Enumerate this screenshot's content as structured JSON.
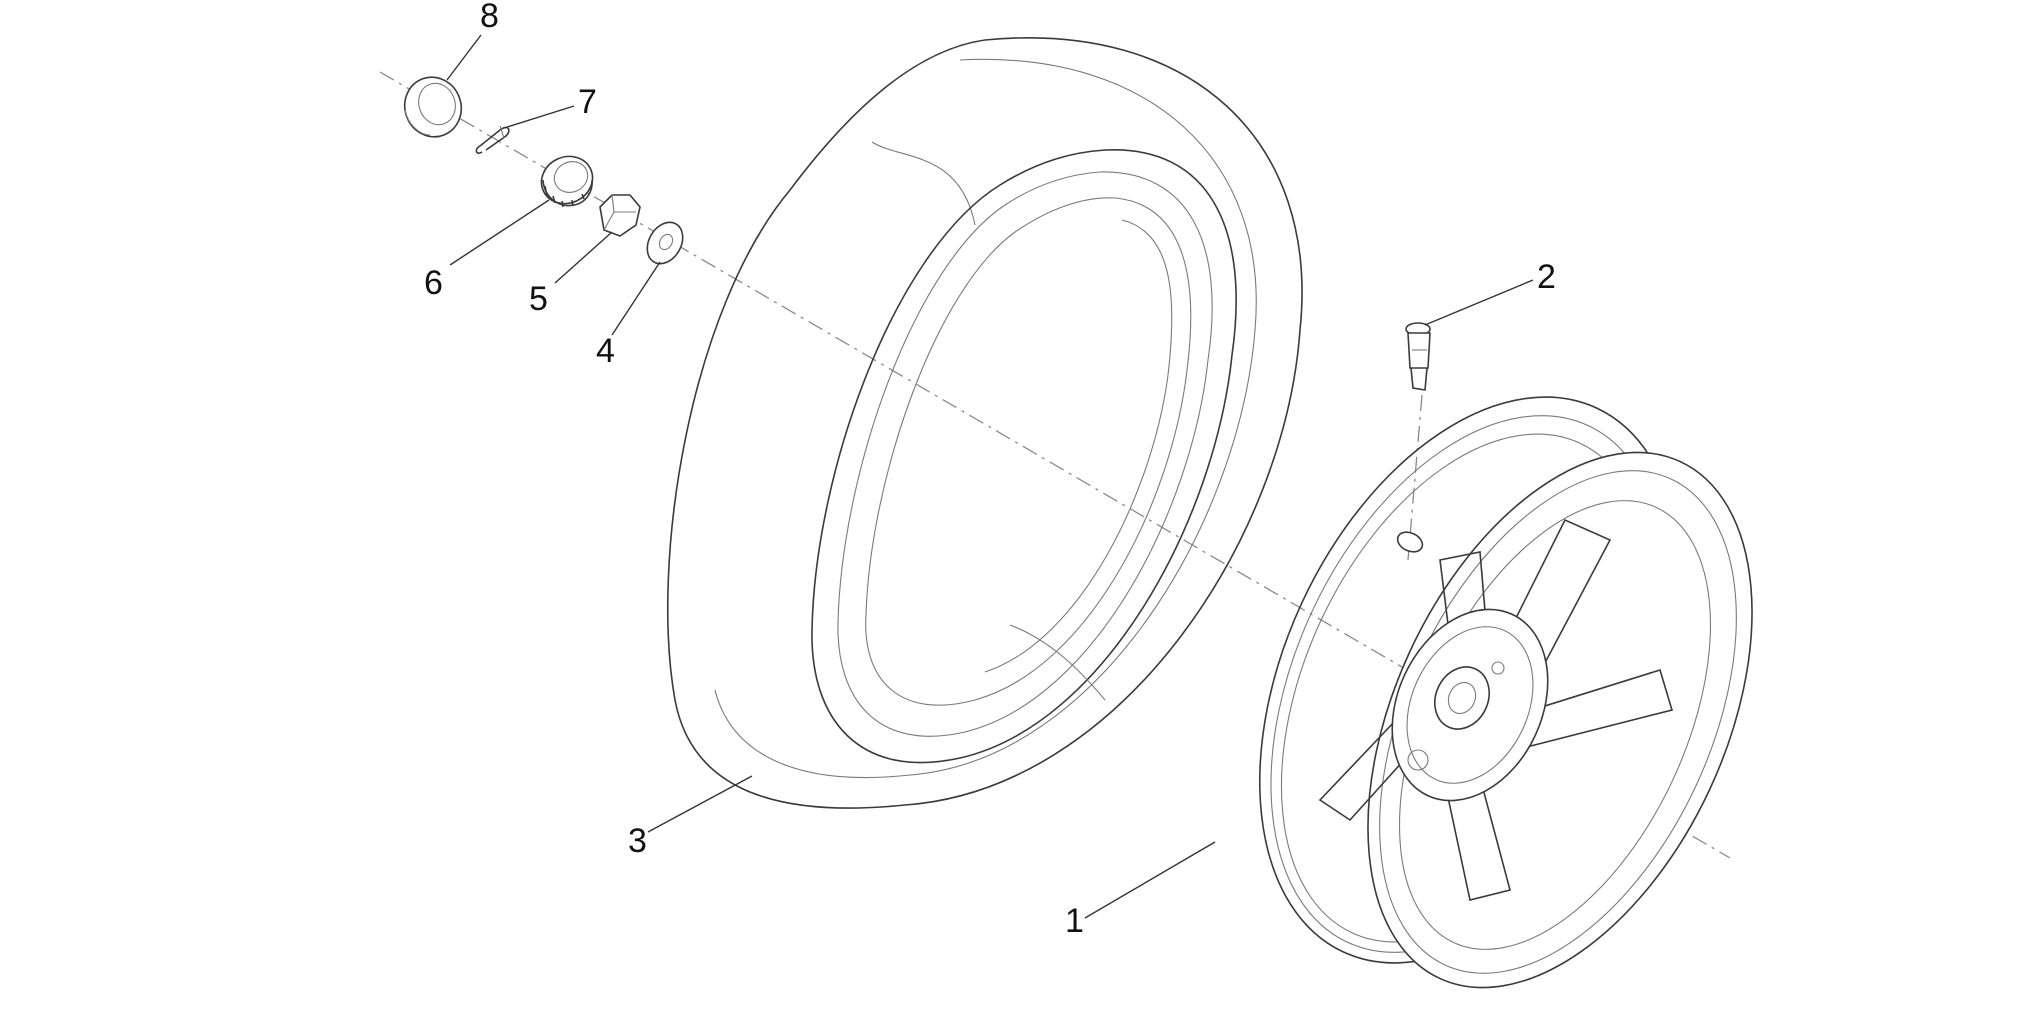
{
  "diagram": {
    "colors": {
      "line": "#3a3a3a",
      "text": "#111111",
      "background": "#ffffff"
    },
    "callouts": [
      {
        "id": "1",
        "label": "1",
        "part": "wheel-rim"
      },
      {
        "id": "2",
        "label": "2",
        "part": "tire-valve"
      },
      {
        "id": "3",
        "label": "3",
        "part": "tire"
      },
      {
        "id": "4",
        "label": "4",
        "part": "washer"
      },
      {
        "id": "5",
        "label": "5",
        "part": "nut"
      },
      {
        "id": "6",
        "label": "6",
        "part": "lock-ring"
      },
      {
        "id": "7",
        "label": "7",
        "part": "split-pin"
      },
      {
        "id": "8",
        "label": "8",
        "part": "hub-cap"
      }
    ]
  }
}
